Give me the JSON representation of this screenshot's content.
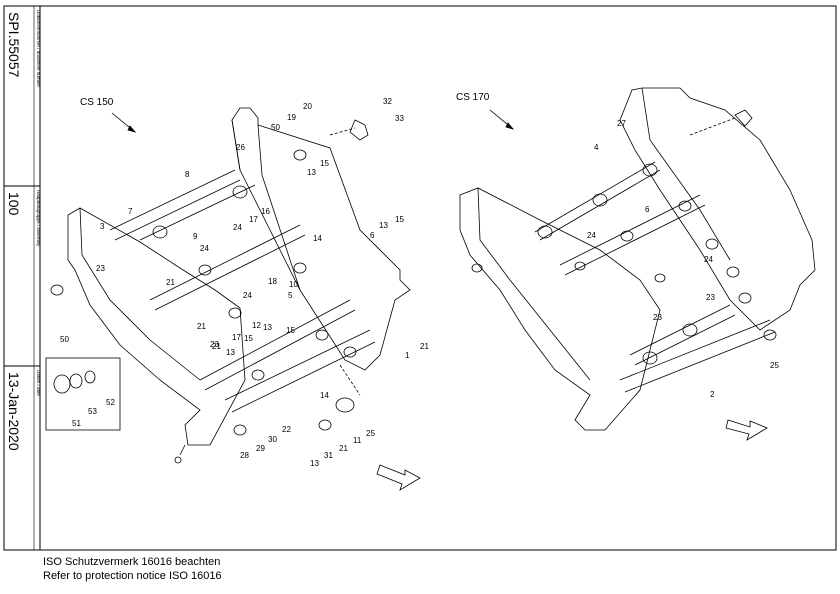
{
  "title_block": {
    "document_number_label": "Dokumentnummer / document number",
    "document_number": "SPI.55057",
    "assembly_label": "Hauptbaugruppe / assembly",
    "assembly": "100",
    "date_label": "Datum / date",
    "date": "13-Jan-2020"
  },
  "views": {
    "left_title": "CS 150",
    "right_title": "CS 170"
  },
  "callouts_left": [
    "32",
    "33",
    "20",
    "19",
    "50",
    "26",
    "15",
    "13",
    "8",
    "7",
    "16",
    "17",
    "24",
    "9",
    "3",
    "24",
    "14",
    "13",
    "15",
    "6",
    "23",
    "18",
    "10",
    "5",
    "21",
    "24",
    "21",
    "23",
    "17",
    "15",
    "13",
    "12",
    "15",
    "13",
    "21",
    "1",
    "21",
    "14",
    "22",
    "25",
    "11",
    "21",
    "31",
    "13",
    "30",
    "29",
    "28"
  ],
  "callouts_right": [
    "27",
    "4",
    "6",
    "24",
    "24",
    "23",
    "23",
    "25",
    "2"
  ],
  "inset": {
    "label": "50",
    "parts": [
      "51",
      "53",
      "52"
    ]
  },
  "footer": {
    "line1": "ISO Schutzvermerk 16016 beachten",
    "line2": "Refer to protection notice ISO 16016"
  }
}
